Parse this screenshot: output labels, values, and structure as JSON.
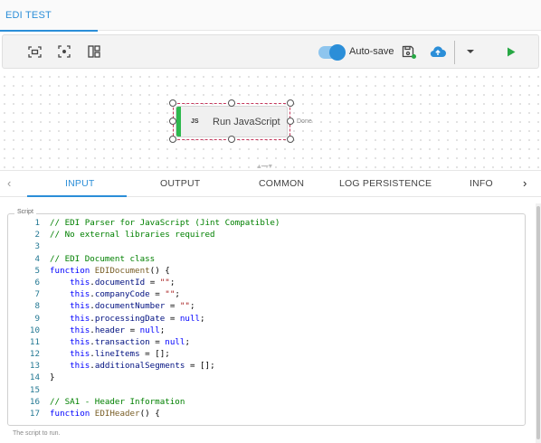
{
  "header": {
    "active_tab": "EDI TEST"
  },
  "toolbar": {
    "autosave_label": "Auto-save",
    "autosave_on": true,
    "accent_color": "#2b8ed8",
    "run_color": "#27a844",
    "icons": [
      "zoom-to-fit-icon",
      "fit-selection-icon",
      "layout-icon",
      "save-icon",
      "upload-cloud-icon",
      "chevron-down-icon",
      "run-icon"
    ]
  },
  "canvas": {
    "node": {
      "badge": "JS",
      "title": "Run JavaScript",
      "outcome": "Done",
      "status_color": "#2eb84d"
    }
  },
  "panel_tabs": [
    {
      "label": "INPUT",
      "active": true
    },
    {
      "label": "OUTPUT",
      "active": false
    },
    {
      "label": "COMMON",
      "active": false
    },
    {
      "label": "LOG PERSISTENCE",
      "active": false
    },
    {
      "label": "INFO",
      "active": false
    }
  ],
  "script_field": {
    "label": "Script",
    "hint": "The script to run.",
    "lines": [
      [
        [
          "c-cm",
          "// EDI Parser for JavaScript (Jint Compatible)"
        ]
      ],
      [
        [
          "c-cm",
          "// No external libraries required"
        ]
      ],
      [],
      [
        [
          "c-cm",
          "// EDI Document class"
        ]
      ],
      [
        [
          "c-kw",
          "function "
        ],
        [
          "c-fn",
          "EDIDocument"
        ],
        [
          "c-tx",
          "() {"
        ]
      ],
      [
        [
          "c-tx",
          "    "
        ],
        [
          "c-kw",
          "this"
        ],
        [
          "c-tx",
          "."
        ],
        [
          "c-id",
          "documentId"
        ],
        [
          "c-tx",
          " = "
        ],
        [
          "c-st",
          "\"\""
        ],
        [
          "c-tx",
          ";"
        ]
      ],
      [
        [
          "c-tx",
          "    "
        ],
        [
          "c-kw",
          "this"
        ],
        [
          "c-tx",
          "."
        ],
        [
          "c-id",
          "companyCode"
        ],
        [
          "c-tx",
          " = "
        ],
        [
          "c-st",
          "\"\""
        ],
        [
          "c-tx",
          ";"
        ]
      ],
      [
        [
          "c-tx",
          "    "
        ],
        [
          "c-kw",
          "this"
        ],
        [
          "c-tx",
          "."
        ],
        [
          "c-id",
          "documentNumber"
        ],
        [
          "c-tx",
          " = "
        ],
        [
          "c-st",
          "\"\""
        ],
        [
          "c-tx",
          ";"
        ]
      ],
      [
        [
          "c-tx",
          "    "
        ],
        [
          "c-kw",
          "this"
        ],
        [
          "c-tx",
          "."
        ],
        [
          "c-id",
          "processingDate"
        ],
        [
          "c-tx",
          " = "
        ],
        [
          "c-kw",
          "null"
        ],
        [
          "c-tx",
          ";"
        ]
      ],
      [
        [
          "c-tx",
          "    "
        ],
        [
          "c-kw",
          "this"
        ],
        [
          "c-tx",
          "."
        ],
        [
          "c-id",
          "header"
        ],
        [
          "c-tx",
          " = "
        ],
        [
          "c-kw",
          "null"
        ],
        [
          "c-tx",
          ";"
        ]
      ],
      [
        [
          "c-tx",
          "    "
        ],
        [
          "c-kw",
          "this"
        ],
        [
          "c-tx",
          "."
        ],
        [
          "c-id",
          "transaction"
        ],
        [
          "c-tx",
          " = "
        ],
        [
          "c-kw",
          "null"
        ],
        [
          "c-tx",
          ";"
        ]
      ],
      [
        [
          "c-tx",
          "    "
        ],
        [
          "c-kw",
          "this"
        ],
        [
          "c-tx",
          "."
        ],
        [
          "c-id",
          "lineItems"
        ],
        [
          "c-tx",
          " = [];"
        ]
      ],
      [
        [
          "c-tx",
          "    "
        ],
        [
          "c-kw",
          "this"
        ],
        [
          "c-tx",
          "."
        ],
        [
          "c-id",
          "additionalSegments"
        ],
        [
          "c-tx",
          " = [];"
        ]
      ],
      [
        [
          "c-tx",
          "}"
        ]
      ],
      [],
      [
        [
          "c-cm",
          "// SA1 - Header Information"
        ]
      ],
      [
        [
          "c-kw",
          "function "
        ],
        [
          "c-fn",
          "EDIHeader"
        ],
        [
          "c-tx",
          "() {"
        ]
      ]
    ]
  }
}
